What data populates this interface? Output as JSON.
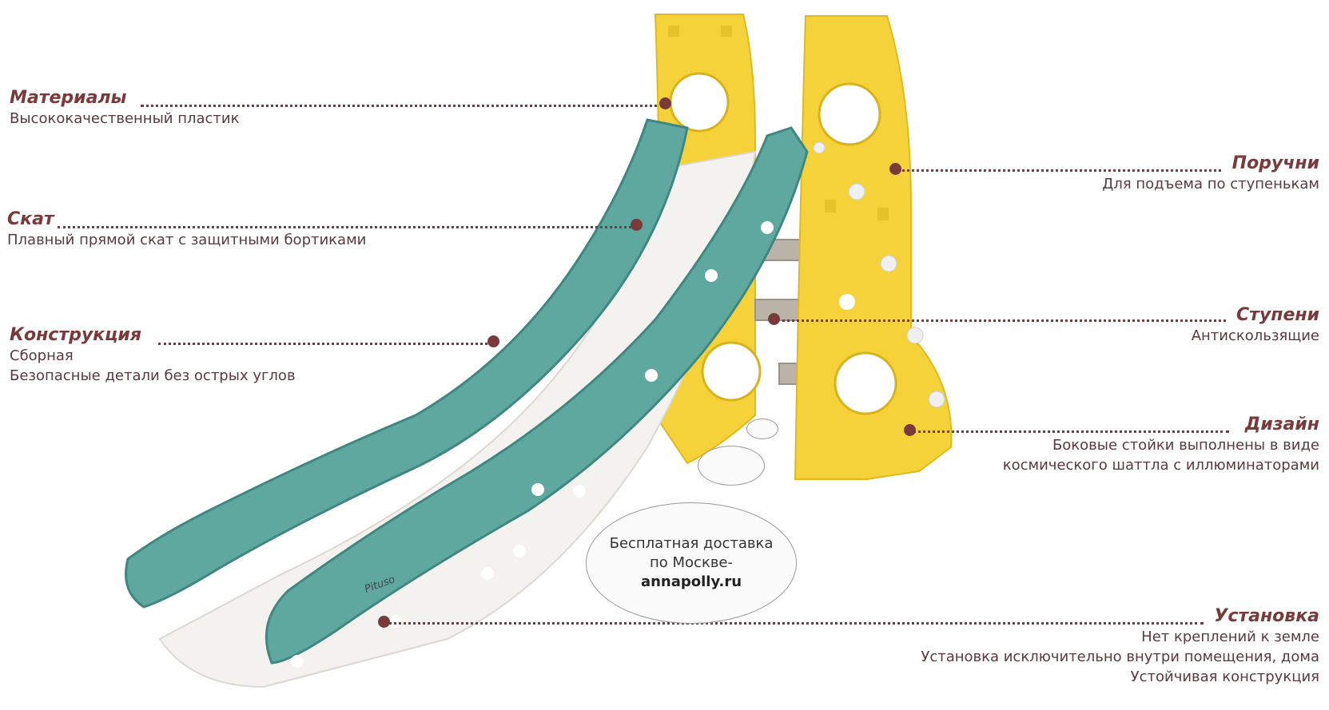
{
  "callouts": {
    "materials": {
      "title": "Материалы",
      "desc": "Высококачественный пластик"
    },
    "slope": {
      "title": "Скат",
      "desc": "Плавный прямой скат с защитными бортиками"
    },
    "construction": {
      "title": "Конструкция",
      "desc_1": "Сборная",
      "desc_2": "Безопасные детали без острых углов"
    },
    "handrails": {
      "title": "Поручни",
      "desc": "Для подъема по ступенькам"
    },
    "steps": {
      "title": "Ступени",
      "desc": "Антискользящие"
    },
    "design": {
      "title": "Дизайн",
      "desc_1": "Боковые стойки выполнены в виде",
      "desc_2": "космического шаттла с иллюминаторами"
    },
    "installation": {
      "title": "Установка",
      "desc_1": "Нет креплений к земле",
      "desc_2": "Установка исключительно внутри помещения, дома",
      "desc_3": "Устойчивая конструкция"
    }
  },
  "delivery_bubble": {
    "line_1": "Бесплатная доставка",
    "line_2": "по Москве-",
    "site": "annapolly.ru"
  },
  "brand_logo_text": "Pituso",
  "colors": {
    "accent": "#7a3a3c",
    "frame_yellow": "#f5d23a",
    "slide_teal": "#5fa8a0",
    "slide_white": "#f4f2ee",
    "steps_grey": "#b9b3a8"
  }
}
